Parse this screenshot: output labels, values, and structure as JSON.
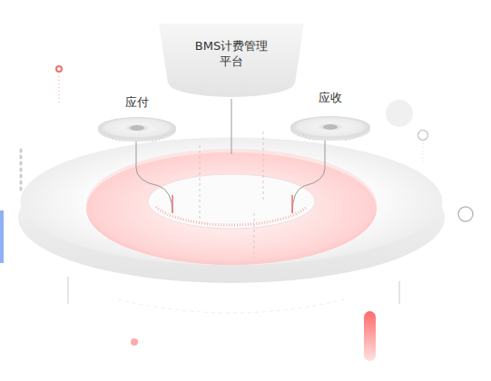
{
  "diagram": {
    "nodes": [
      {
        "text": [
          "BMS计费管理 平台"
        ]
      },
      {
        "text": [
          "应付"
        ]
      },
      {
        "text": [
          "应收"
        ]
      }
    ]
  }
}
